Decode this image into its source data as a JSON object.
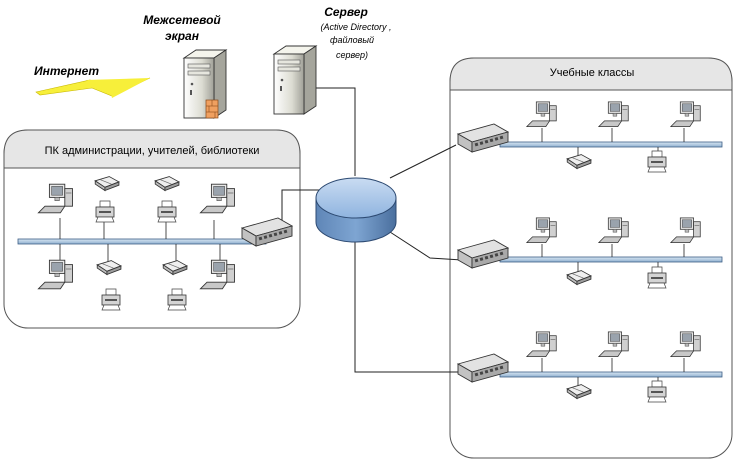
{
  "labels": {
    "firewall_line1": "Межсетевой",
    "firewall_line2": "экран",
    "internet": "Интернет",
    "server_title": "Сервер",
    "server_sub_line1": "(Active Directory ,",
    "server_sub_line2": "файловый",
    "server_sub_line3": "сервер)"
  },
  "zones": {
    "admin": {
      "title": "ПК администрации, учителей, библиотеки"
    },
    "classes": {
      "title": "Учебные классы"
    }
  },
  "colors": {
    "bus": "#a9c4dc",
    "bus_edge": "#3e5f86",
    "router": "#8fb4df",
    "lightning": "#f7ef3a",
    "firewall_accent": "#f0a060",
    "zone_fill": "#f2f2f2"
  },
  "icons": {
    "workstation": "workstation-icon",
    "printer": "printer-icon",
    "scanner": "scanner-icon",
    "switch": "switch-icon",
    "router": "router-icon",
    "server": "server-icon",
    "firewall": "firewall-icon",
    "lightning": "lightning-icon"
  }
}
